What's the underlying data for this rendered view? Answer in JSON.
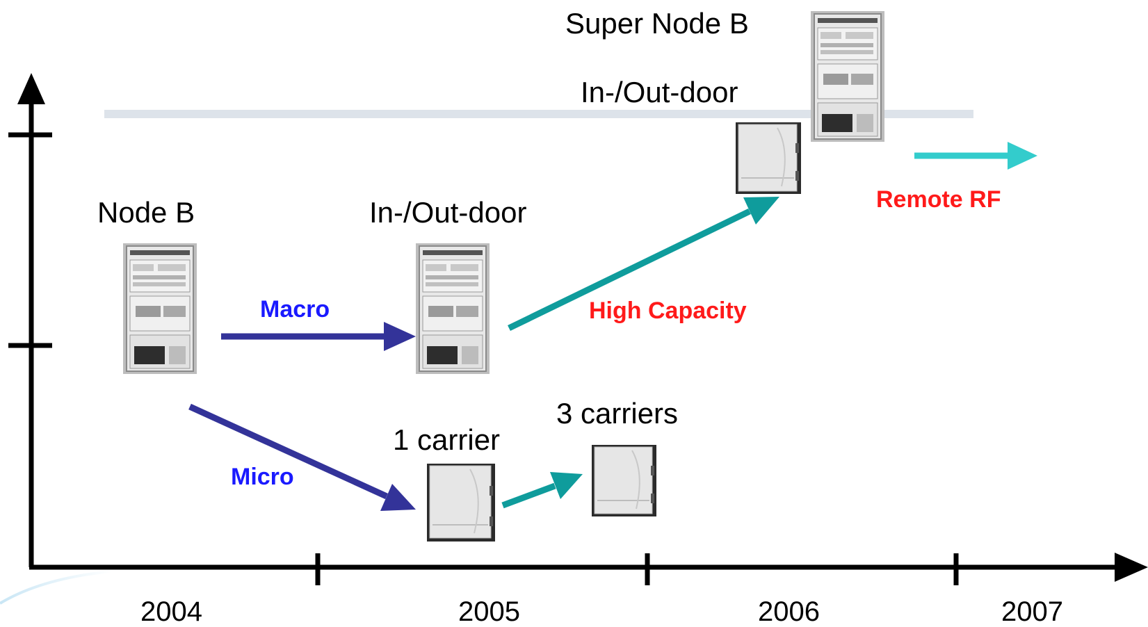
{
  "labels": {
    "node_b": "Node B",
    "indoor_outdoor_1": "In-/Out-door",
    "super_node_b": "Super Node B",
    "indoor_outdoor_2": "In-/Out-door",
    "one_carrier": "1 carrier",
    "three_carriers": "3 carriers"
  },
  "arrows": {
    "macro": "Macro",
    "micro": "Micro",
    "high_capacity": "High Capacity",
    "remote_rf": "Remote RF"
  },
  "years": [
    "2004",
    "2005",
    "2006",
    "2007"
  ],
  "colors": {
    "axis": "#000000",
    "arrow_blue": "#333399",
    "arrow_teal": "#0f9c9c",
    "arrow_cyan": "#33cccc",
    "label_blue": "#1a1aff",
    "label_red": "#ff1a1a",
    "guide_line": "#dde3ea",
    "cabinet_gray": "#e4e4e4"
  },
  "icons": {
    "rack": "rack-cabinet-icon",
    "outdoor": "outdoor-cabinet-icon"
  }
}
